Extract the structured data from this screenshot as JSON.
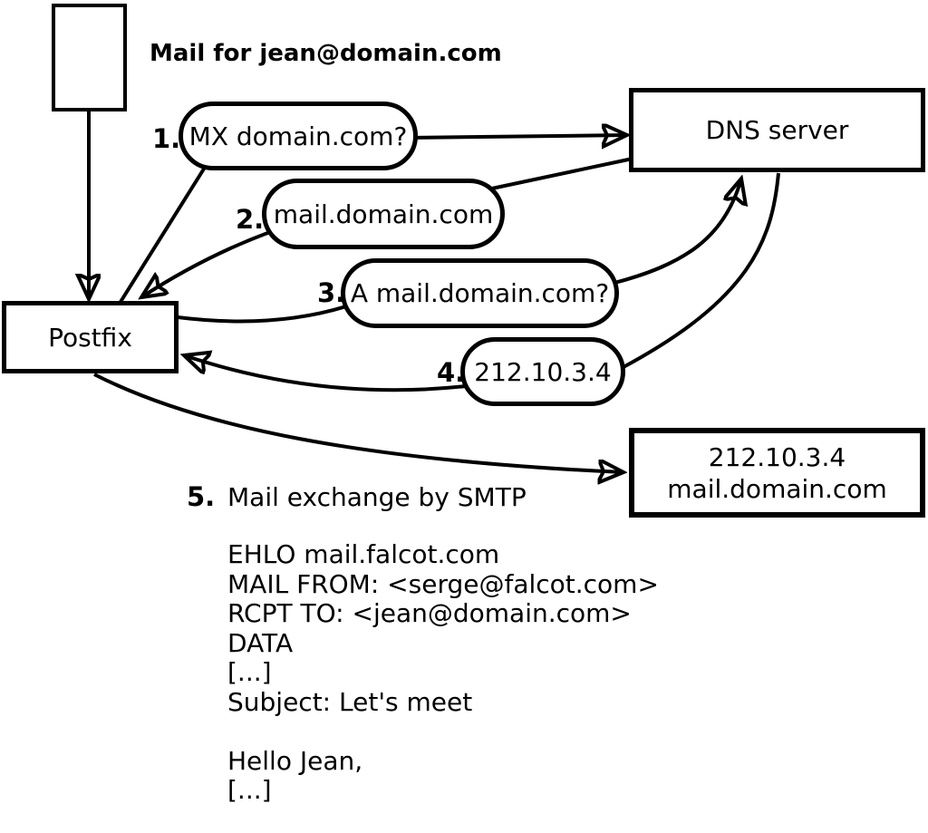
{
  "diagram": {
    "title": "Mail for jean@domain.com",
    "nodes": {
      "envelope": {
        "name": "mail message"
      },
      "postfix": {
        "label": "Postfix"
      },
      "dns": {
        "label": "DNS server"
      },
      "mailserver": {
        "line1": "212.10.3.4",
        "line2": "mail.domain.com"
      }
    },
    "steps": [
      {
        "num": "1.",
        "label": "MX domain.com?"
      },
      {
        "num": "2.",
        "label": "mail.domain.com"
      },
      {
        "num": "3.",
        "label": "A mail.domain.com?"
      },
      {
        "num": "4.",
        "label": "212.10.3.4"
      },
      {
        "num": "5.",
        "label": "Mail exchange by SMTP"
      }
    ],
    "smtp_session": "EHLO mail.falcot.com\nMAIL FROM: <serge@falcot.com>\nRCPT TO: <jean@domain.com>\nDATA\n[...]\nSubject: Let's meet\n\nHello Jean,\n[...]\n\n.",
    "colors": {
      "stroke": "#000000",
      "background": "#ffffff"
    }
  }
}
